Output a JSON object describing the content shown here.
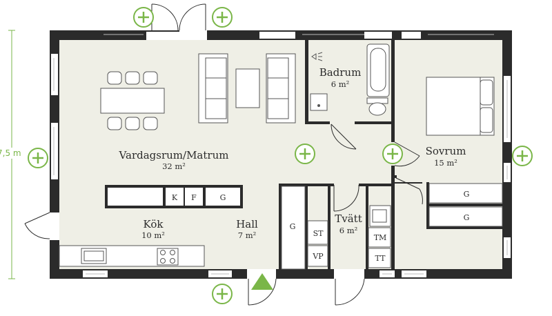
{
  "accent_color": "#7ab648",
  "floor_color": "#efefe6",
  "wall_color": "#2b2b2b",
  "dimension": "7,5 m",
  "rooms": {
    "living": {
      "name": "Vardagsrum/Matrum",
      "area": "32 m²"
    },
    "bath": {
      "name": "Badrum",
      "area": "6 m²"
    },
    "bedroom": {
      "name": "Sovrum",
      "area": "15 m²"
    },
    "kitchen": {
      "name": "Kök",
      "area": "10 m²"
    },
    "hall": {
      "name": "Hall",
      "area": "7 m²"
    },
    "laundry": {
      "name": "Tvätt",
      "area": "6 m²"
    }
  },
  "labels": {
    "k": "K",
    "f": "F",
    "g": "G",
    "st": "ST",
    "vp": "VP",
    "tm": "TM",
    "tt": "TT"
  },
  "icons": {
    "plus": "plus-circle-icon",
    "entrance": "entrance-triangle-icon"
  }
}
